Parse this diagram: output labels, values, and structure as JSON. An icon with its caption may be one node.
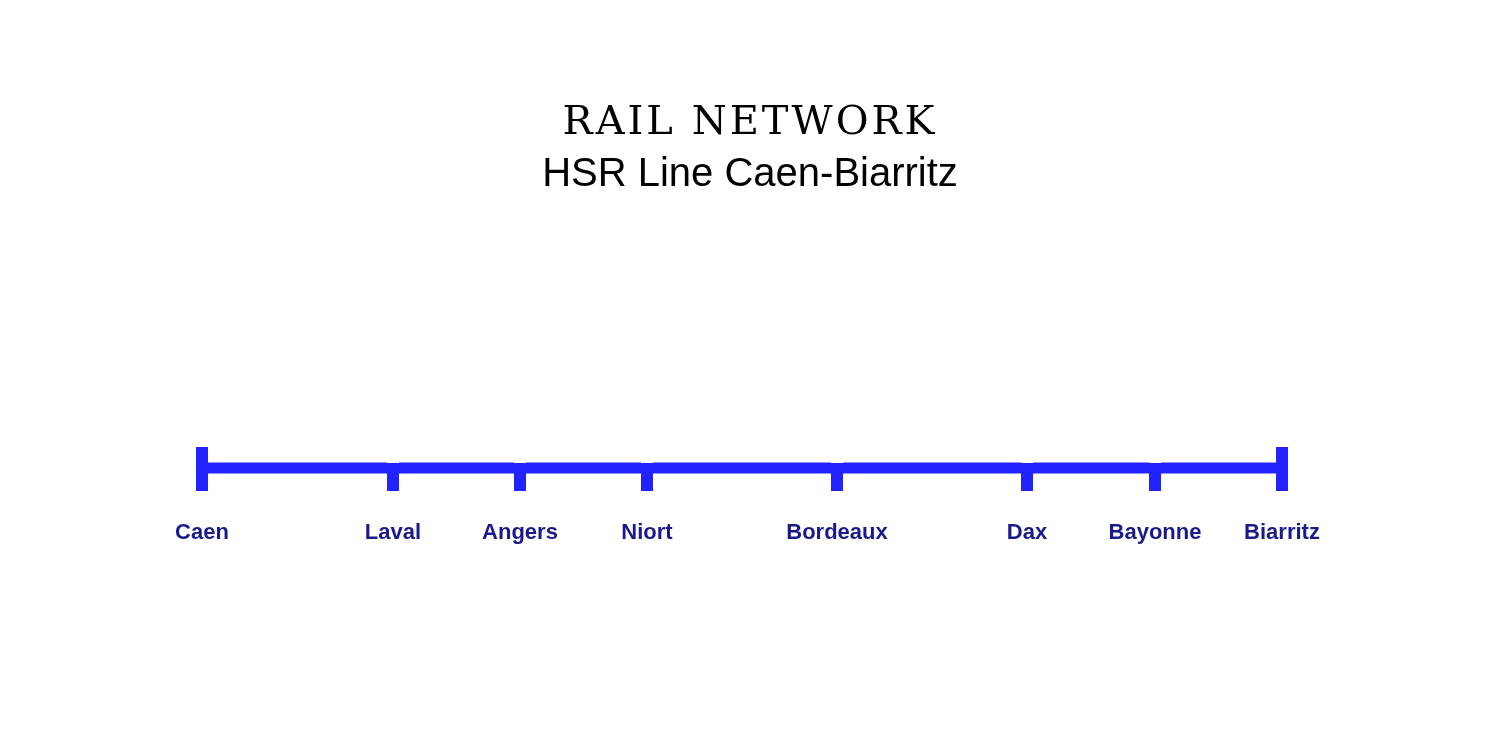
{
  "diagram": {
    "title": "RAIL NETWORK",
    "nodes": [
      {
        "text": [],
        "shape": "bar",
        "beside": [
          "Caen"
        ]
      },
      {
        "text": [],
        "shape": "bar",
        "beside": [
          "Laval"
        ]
      },
      {
        "text": [],
        "shape": "bar",
        "beside": [
          "Angers"
        ]
      },
      {
        "text": [],
        "shape": "bar",
        "beside": [
          "Niort"
        ]
      },
      {
        "text": [],
        "shape": "bar",
        "beside": [
          "Bordeaux"
        ]
      },
      {
        "text": [],
        "shape": "bar",
        "beside": [
          "Dax"
        ]
      },
      {
        "text": [],
        "shape": "bar",
        "beside": [
          "Bayonne"
        ]
      },
      {
        "text": [],
        "shape": "bar",
        "beside": [
          "Biarritz"
        ]
      }
    ],
    "edges": [
      {
        "from": 0,
        "to": 1,
        "arrow": "none"
      },
      {
        "from": 1,
        "to": 2,
        "arrow": "none"
      },
      {
        "from": 2,
        "to": 3,
        "arrow": "none"
      },
      {
        "from": 3,
        "to": 4,
        "arrow": "none"
      },
      {
        "from": 4,
        "to": 5,
        "arrow": "none"
      },
      {
        "from": 5,
        "to": 6,
        "arrow": "none"
      },
      {
        "from": 6,
        "to": 7,
        "arrow": "none"
      }
    ],
    "labels": [
      "HSR Line Caen-Biarritz"
    ]
  }
}
